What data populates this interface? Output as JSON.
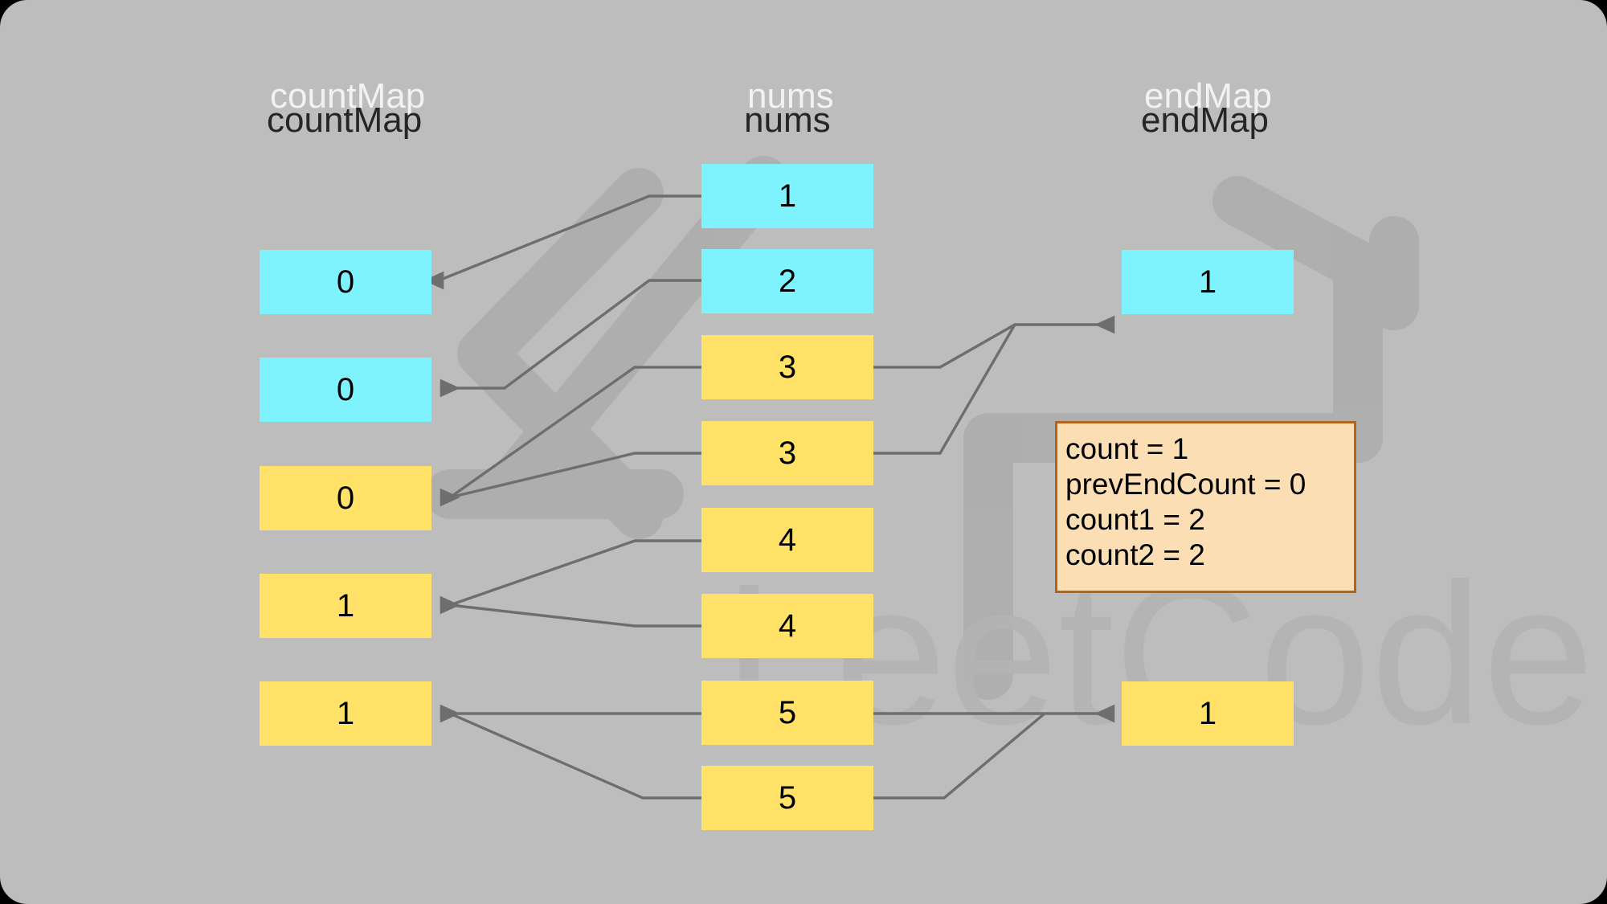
{
  "theme": {
    "background": "#bdbdbd",
    "cyan": "#7ff3fd",
    "yellow": "#ffe267",
    "line": "#6e6e6e",
    "panel_fill": "#fbdeb4",
    "panel_border": "#b1651a",
    "heading_light": "#f2f2f2",
    "heading_dark": "#262626",
    "watermark": "#aaaaaa"
  },
  "watermark_text": "LeetCode",
  "columns": {
    "countMap": {
      "label": "countMap",
      "cells": [
        {
          "value": "0",
          "color": "cyan"
        },
        {
          "value": "0",
          "color": "cyan"
        },
        {
          "value": "0",
          "color": "yellow"
        },
        {
          "value": "1",
          "color": "yellow"
        },
        {
          "value": "1",
          "color": "yellow"
        }
      ]
    },
    "nums": {
      "label": "nums",
      "cells": [
        {
          "value": "1",
          "color": "cyan"
        },
        {
          "value": "2",
          "color": "cyan"
        },
        {
          "value": "3",
          "color": "yellow"
        },
        {
          "value": "3",
          "color": "yellow"
        },
        {
          "value": "4",
          "color": "yellow"
        },
        {
          "value": "4",
          "color": "yellow"
        },
        {
          "value": "5",
          "color": "yellow"
        },
        {
          "value": "5",
          "color": "yellow"
        }
      ]
    },
    "endMap": {
      "label": "endMap",
      "cells": [
        {
          "value": "1",
          "color": "cyan"
        },
        {
          "value": "1",
          "color": "yellow"
        }
      ]
    }
  },
  "info_panel": {
    "lines": [
      "count = 1",
      "prevEndCount = 0",
      "count1 = 2",
      "count2 = 2"
    ]
  }
}
